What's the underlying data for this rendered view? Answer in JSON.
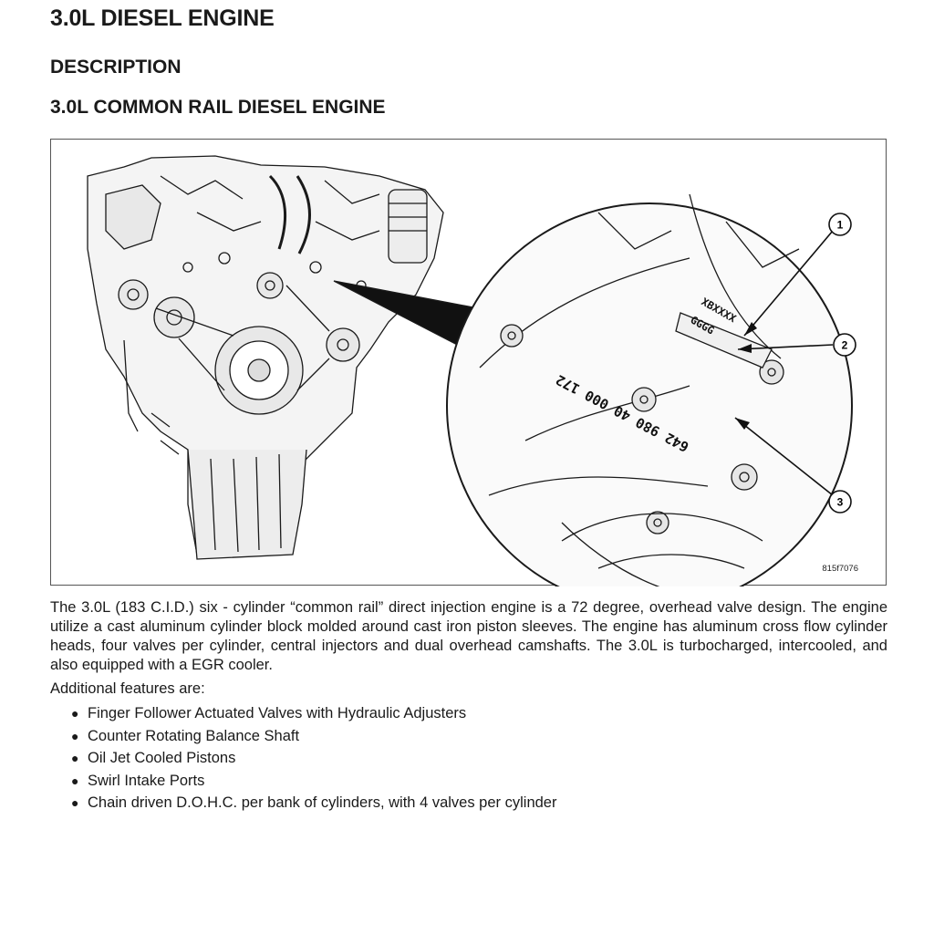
{
  "document": {
    "title": "3.0L DIESEL ENGINE",
    "section": "DESCRIPTION",
    "subsection": "3.0L COMMON RAIL DIESEL ENGINE"
  },
  "figure": {
    "id": "815f7076",
    "callouts": [
      "1",
      "2",
      "3"
    ],
    "stamp_line_1": "XBXXXX",
    "stamp_line_2": "GGGG",
    "engine_number": "642 980 40 000 172"
  },
  "body": {
    "paragraph": "The 3.0L (183 C.I.D.) six - cylinder “common rail” direct injection engine is a 72 degree, overhead valve design. The engine utilize a cast aluminum cylinder block molded around cast iron piston sleeves. The engine has aluminum cross flow cylinder heads, four valves per cylinder, central injectors and dual overhead camshafts. The 3.0L is turbocharged, intercooled, and also equipped with a EGR cooler.",
    "features_intro": "Additional features are:",
    "features": [
      "Finger Follower Actuated Valves with Hydraulic Adjusters",
      "Counter Rotating Balance Shaft",
      "Oil Jet Cooled Pistons",
      "Swirl Intake Ports",
      "Chain driven D.O.H.C. per bank of cylinders, with 4 valves per cylinder"
    ]
  }
}
